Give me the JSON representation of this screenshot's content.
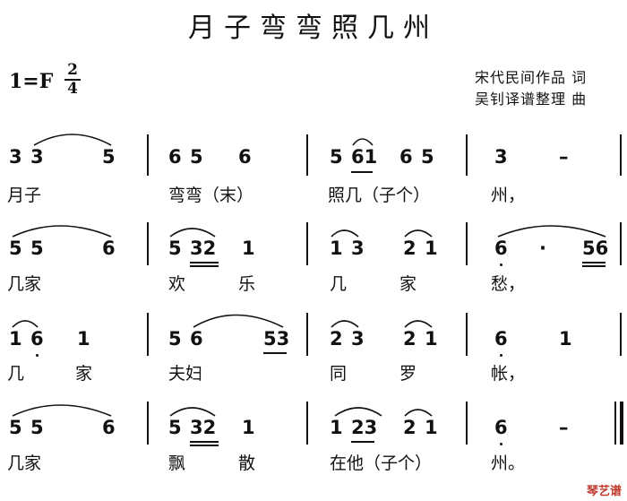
{
  "title": "月子弯弯照几州",
  "key": "1=F",
  "time_signature": {
    "top": "2",
    "bottom": "4"
  },
  "credits": {
    "lyrics": "宋代民间作品 词",
    "music": "吴钊译谱整理 曲"
  },
  "rows": [
    {
      "notes": [
        "3",
        "3",
        "5",
        "6",
        "5",
        "6",
        "5",
        "61",
        "6",
        "5",
        "3",
        "–"
      ],
      "lyrics": [
        "月子",
        "弯弯（末）",
        "照几（子个）",
        "州，"
      ]
    },
    {
      "notes": [
        "5",
        "5",
        "6",
        "5",
        "32",
        "1",
        "1",
        "3",
        "2",
        "1",
        "6",
        "·",
        "56"
      ],
      "lyrics": [
        "几家",
        "欢",
        "乐",
        "几",
        "家",
        "愁，"
      ]
    },
    {
      "notes": [
        "1",
        "6",
        "1",
        "5",
        "6",
        "53",
        "2",
        "3",
        "2",
        "1",
        "6",
        "1"
      ],
      "lyrics": [
        "几",
        "家",
        "夫妇",
        "同",
        "罗",
        "帐，"
      ]
    },
    {
      "notes": [
        "5",
        "5",
        "6",
        "5",
        "32",
        "1",
        "1",
        "23",
        "2",
        "1",
        "6",
        "–"
      ],
      "lyrics": [
        "几家",
        "飘",
        "散",
        "在他（子个）",
        "州。"
      ]
    }
  ],
  "watermark": "琴艺谱"
}
